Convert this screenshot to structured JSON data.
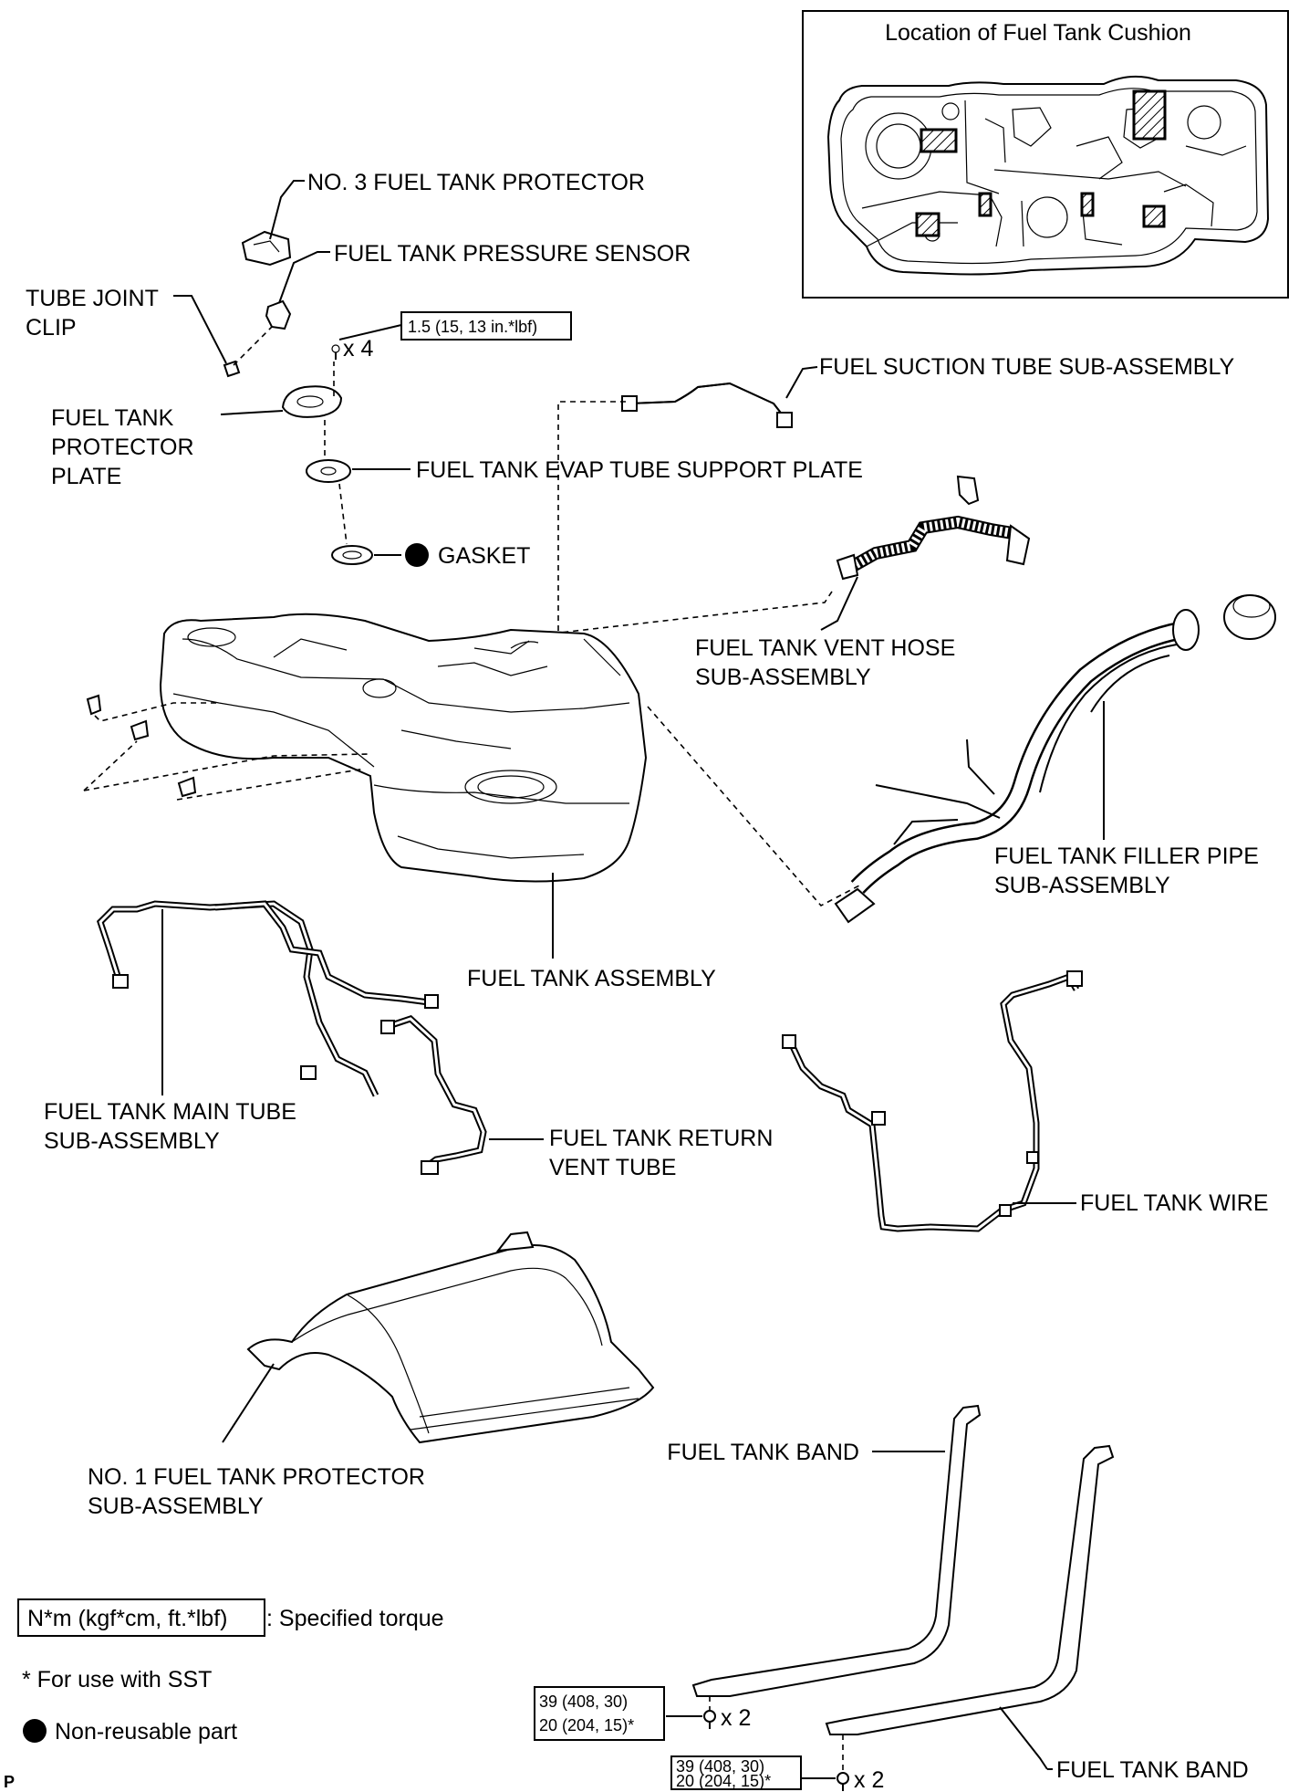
{
  "inset": {
    "title": "Location of Fuel Tank Cushion"
  },
  "parts": {
    "no3_protector": "NO. 3 FUEL TANK PROTECTOR",
    "pressure_sensor": "FUEL TANK PRESSURE SENSOR",
    "tube_joint_clip_1": "TUBE JOINT",
    "tube_joint_clip_2": "CLIP",
    "protector_plate_1": "FUEL TANK",
    "protector_plate_2": "PROTECTOR",
    "protector_plate_3": "PLATE",
    "suction_tube": "FUEL SUCTION TUBE SUB-ASSEMBLY",
    "evap_support_plate": "FUEL TANK EVAP TUBE SUPPORT PLATE",
    "gasket": "GASKET",
    "vent_hose_1": "FUEL TANK VENT HOSE",
    "vent_hose_2": "SUB-ASSEMBLY",
    "filler_pipe_1": "FUEL TANK FILLER PIPE",
    "filler_pipe_2": "SUB-ASSEMBLY",
    "tank_assembly": "FUEL TANK ASSEMBLY",
    "main_tube_1": "FUEL TANK MAIN TUBE",
    "main_tube_2": "SUB-ASSEMBLY",
    "return_vent_1": "FUEL TANK RETURN",
    "return_vent_2": "VENT TUBE",
    "tank_wire": "FUEL TANK WIRE",
    "no1_protector_1": "NO. 1 FUEL TANK PROTECTOR",
    "no1_protector_2": "SUB-ASSEMBLY",
    "tank_band_upper": "FUEL TANK BAND",
    "tank_band_lower": "FUEL TANK BAND"
  },
  "torque": {
    "protector_plate_value": "1.5 (15, 13 in.*lbf)",
    "protector_plate_qty": "x 4",
    "band1_line1": "39 (408, 30)",
    "band1_line2": "20 (204, 15)*",
    "band1_qty": "x 2",
    "band2_line1": "39 (408, 30)",
    "band2_line2": "20 (204, 15)*",
    "band2_qty": "x 2"
  },
  "legend": {
    "torque_unit": "N*m (kgf*cm, ft.*lbf)",
    "torque_desc": ": Specified torque",
    "sst_note": "* For use with SST",
    "non_reusable": "Non-reusable part"
  },
  "corner_mark": "P"
}
